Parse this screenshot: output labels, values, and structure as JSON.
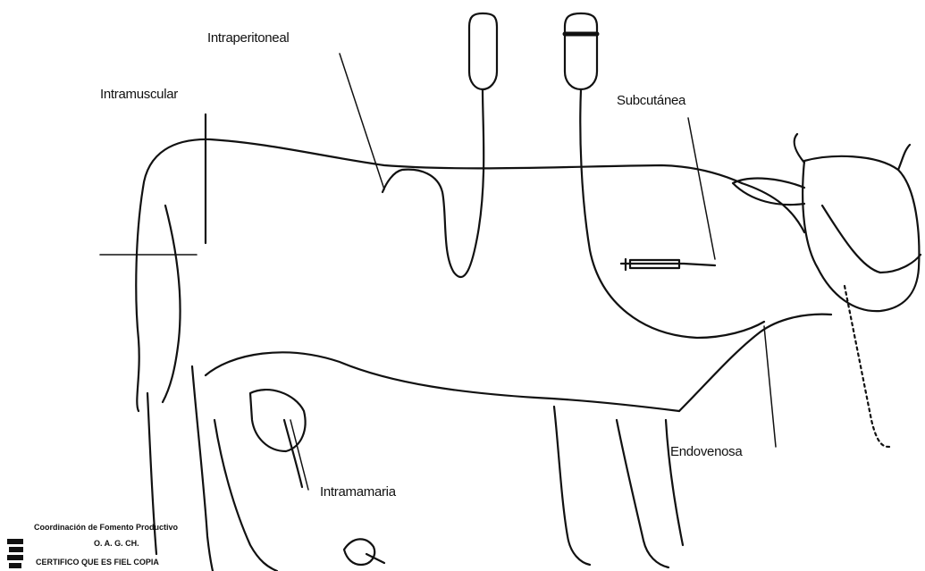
{
  "labels": {
    "intraperitoneal": "Intraperitoneal",
    "intramuscular": "Intramuscular",
    "subcutanea": "Subcutánea",
    "endovenosa": "Endovenosa",
    "intramamaria": "Intramamaria"
  },
  "stamp": {
    "line1": "Coordinación de Fomento Productivo",
    "line2": "O. A. G. CH.",
    "line3": "CERTIFICO QUE ES FIEL COPIA"
  },
  "colors": {
    "ink": "#111111",
    "background": "#ffffff"
  }
}
